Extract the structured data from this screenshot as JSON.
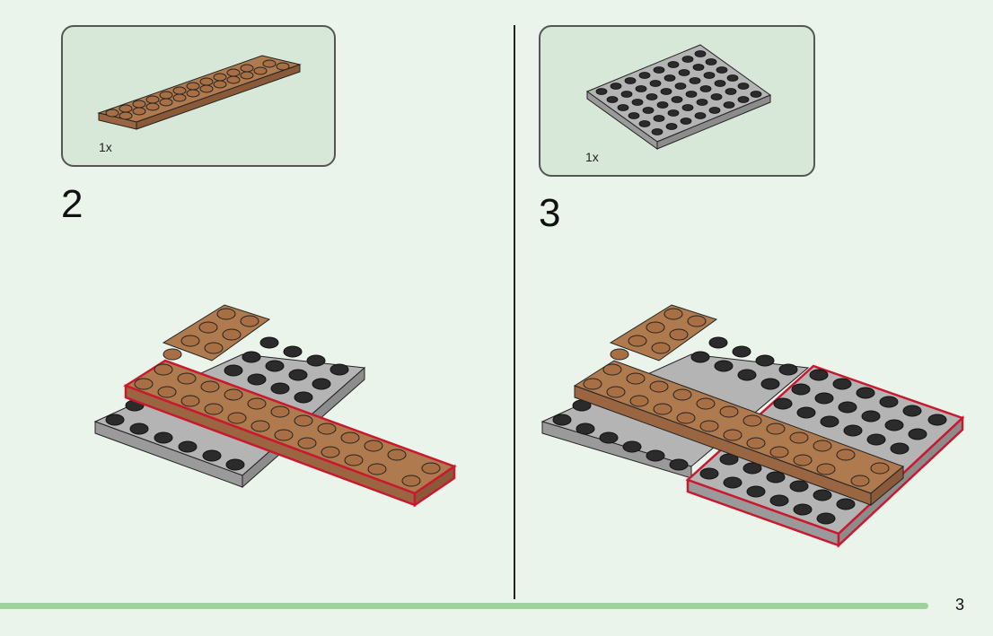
{
  "steps": [
    {
      "number": "2",
      "parts_quantity": "1x",
      "part_color": "#b07a4f",
      "part_name": "brown-2x12-plate"
    },
    {
      "number": "3",
      "parts_quantity": "1x",
      "part_color": "#b4b4b4",
      "part_name": "gray-6x8-plate"
    }
  ],
  "page": {
    "number": "3"
  },
  "colors": {
    "background": "#eaf4ea",
    "parts_box": "#d8e8d8",
    "brown": "#b07a4f",
    "gray": "#b4b4b4",
    "stud_dark": "#2b2b2b",
    "highlight": "#c8192e",
    "progress": "#9fd19c"
  }
}
